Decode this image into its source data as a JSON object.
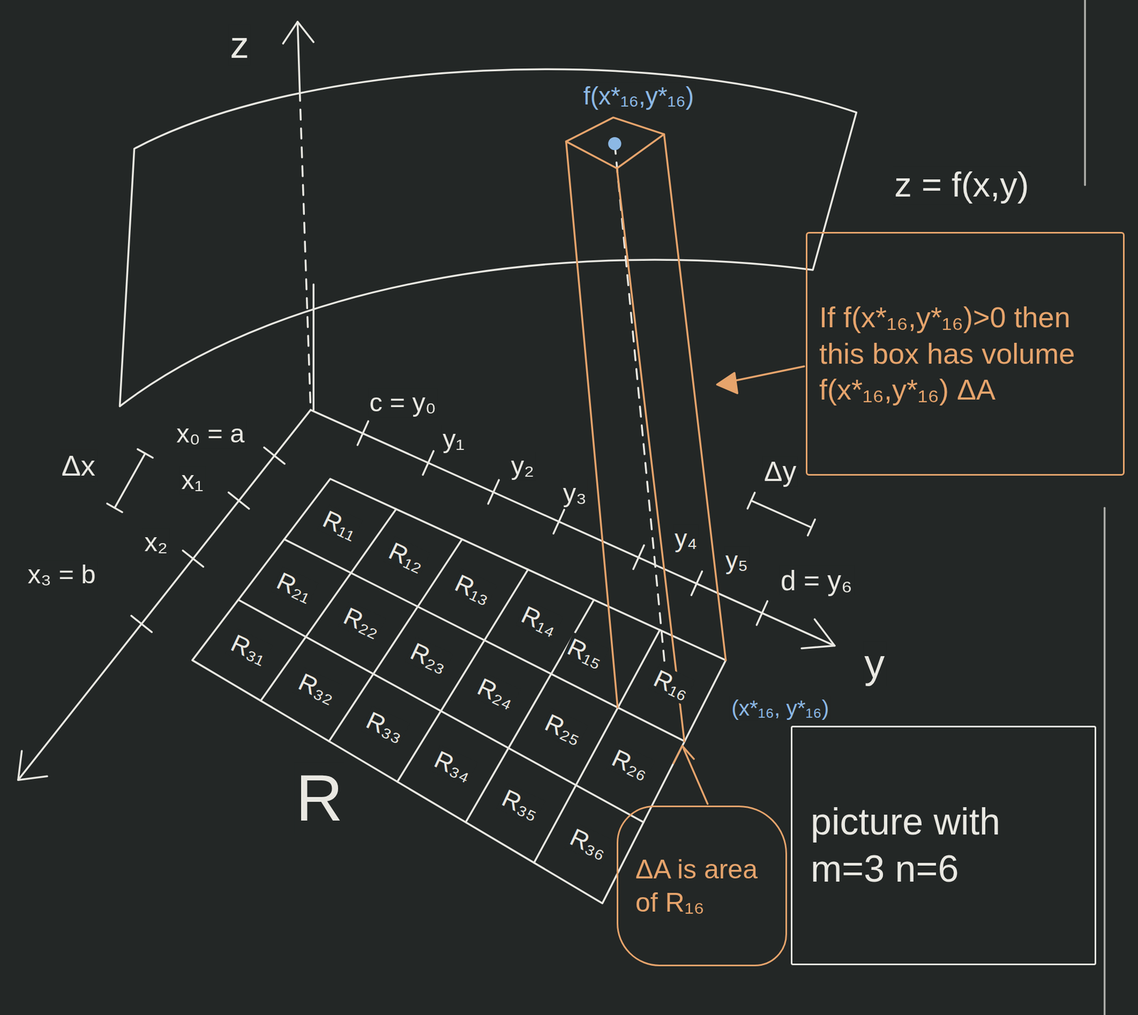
{
  "diagram": {
    "nodes": [
      {
        "text": [
          "If f(x*₁₆,y*₁₆)>0 then this box has volume f(x*₁₆,y*₁₆) ΔA"
        ]
      },
      {
        "text": [
          "ΔA is area of R₁₆"
        ]
      },
      {
        "text": [
          "picture with m=3 n=6"
        ]
      }
    ],
    "labels": [
      "z",
      "f(x*₁₆,y*₁₆)",
      "z = f(x,y)",
      "x₀ = a",
      "c = y₀",
      "Δx",
      "x₁",
      "y₁",
      "y₂",
      "x₂",
      "y₃",
      "x₃ = b",
      "Δy",
      "y₄",
      "y₅",
      "d = y₆",
      "y",
      "R₁₁",
      "R₁₂",
      "R₁₃",
      "R₁₄",
      "R₁₅",
      "R₁₆",
      "R₂₁",
      "R₂₂",
      "R₂₃",
      "R₂₄",
      "R₂₅",
      "R₂₆",
      "R₃₁",
      "R₃₂",
      "R₃₃",
      "R₃₄",
      "R₃₅",
      "R₃₆",
      "(x*₁₆, y*₁₆)",
      "R"
    ]
  }
}
